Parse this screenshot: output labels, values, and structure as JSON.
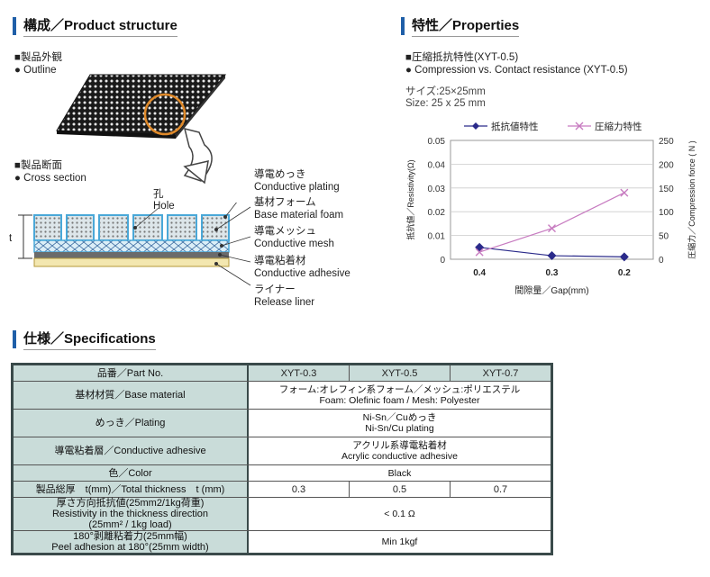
{
  "structure": {
    "heading": "構成／Product structure",
    "outline_jp": "■製品外観",
    "outline_en": "● Outline",
    "section_jp": "■製品断面",
    "section_en": "● Cross section",
    "hole_jp": "孔",
    "hole_en": "Hole",
    "t_label": "t",
    "callouts": [
      {
        "jp": "導電めっき",
        "en": "Conductive plating"
      },
      {
        "jp": "基材フォーム",
        "en": "Base material foam"
      },
      {
        "jp": "導電メッシュ",
        "en": "Conductive mesh"
      },
      {
        "jp": "導電粘着材",
        "en": "Conductive adhesive"
      },
      {
        "jp": "ライナー",
        "en": "Release liner"
      }
    ]
  },
  "properties": {
    "heading": "特性／Properties",
    "line1": "■圧縮抵抗特性(XYT-0.5)",
    "line2": "● Compression vs. Contact resistance (XYT-0.5)",
    "size_jp": "サイズ:25×25mm",
    "size_en": "Size: 25 x 25 mm"
  },
  "chart_data": {
    "type": "line",
    "categories": [
      "0.4",
      "0.3",
      "0.2"
    ],
    "xlabel": "間隙量／Gap(mm)",
    "ylabel_left": "抵抗値／Resistivity(Ω)",
    "ylabel_right": "圧縮力／Compression force ( N )",
    "ylim_left": [
      0,
      0.05
    ],
    "ylim_right": [
      0,
      250
    ],
    "left_ticks": [
      "0.05",
      "0.04",
      "0.03",
      "0.02",
      "0.01",
      "0"
    ],
    "right_ticks": [
      "250",
      "200",
      "150",
      "100",
      "50",
      "0"
    ],
    "legend_position": "top",
    "series": [
      {
        "name": "抵抗値特性",
        "axis": "left",
        "values": [
          0.005,
          0.0015,
          0.001
        ],
        "color": "#2a2a8a",
        "marker": "diamond"
      },
      {
        "name": "圧縮力特性",
        "axis": "right",
        "values": [
          15,
          65,
          140
        ],
        "color": "#c77bc0",
        "marker": "x"
      }
    ]
  },
  "spec": {
    "heading": "仕様／Specifications",
    "rows": [
      {
        "label": "品番／Part No.",
        "values": [
          "XYT-0.3",
          "XYT-0.5",
          "XYT-0.7"
        ]
      },
      {
        "label": "基材材質／Base material",
        "value_jp": "フォーム:オレフィン系フォーム／メッシュ:ポリエステル",
        "value_en": "Foam: Olefinic foam / Mesh: Polyester"
      },
      {
        "label": "めっき／Plating",
        "value_jp": "Ni-Sn／Cuめっき",
        "value_en": "Ni-Sn/Cu plating"
      },
      {
        "label": "導電粘着層／Conductive adhesive",
        "value_jp": "アクリル系導電粘着材",
        "value_en": "Acrylic conductive adhesive"
      },
      {
        "label": "色／Color",
        "value_jp": "Black"
      },
      {
        "label": "製品総厚　t(mm)／Total thickness　t (mm)",
        "values": [
          "0.3",
          "0.5",
          "0.7"
        ]
      },
      {
        "label1": "厚さ方向抵抗値(25mm2/1kg荷重)",
        "label2": "Resistivity in the thickness direction",
        "label3": "(25mm² / 1kg load)",
        "value_jp": "< 0.1 Ω"
      },
      {
        "label1": "180°剥離粘着力(25mm幅)",
        "label2": "Peel adhesion at 180°(25mm width)",
        "value_jp": "Min 1kgf"
      }
    ]
  }
}
